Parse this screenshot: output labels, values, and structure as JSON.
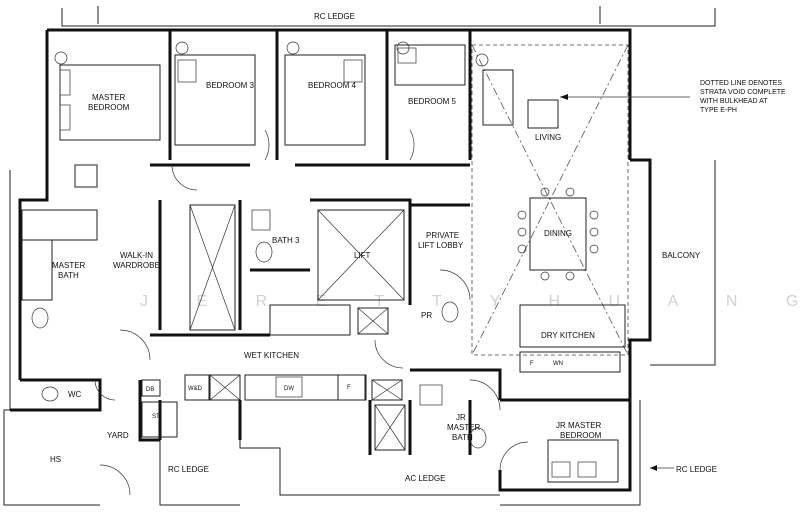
{
  "watermark": "J E R E T T Y   H U A N G",
  "ledges": {
    "top": "RC LEDGE",
    "bottom_left": "RC LEDGE",
    "ac": "AC LEDGE",
    "right": "RC LEDGE"
  },
  "note": {
    "line1": "DOTTED LINE DENOTES",
    "line2": "STRATA VOID COMPLETE",
    "line3": "WITH BULKHEAD AT",
    "line4": "TYPE E-PH"
  },
  "rooms": {
    "master_bedroom_1": "MASTER",
    "master_bedroom_2": "BEDROOM",
    "bedroom3": "BEDROOM 3",
    "bedroom4": "BEDROOM 4",
    "bedroom5": "BEDROOM 5",
    "living": "LIVING",
    "dining": "DINING",
    "balcony": "BALCONY",
    "master_bath_1": "MASTER",
    "master_bath_2": "BATH",
    "walkin_1": "WALK-IN",
    "walkin_2": "WARDROBE",
    "bath3": "BATH 3",
    "lift": "LIFT",
    "private_lift_1": "PRIVATE",
    "private_lift_2": "LIFT LOBBY",
    "pr": "PR",
    "dry_kitchen": "DRY KITCHEN",
    "wet_kitchen": "WET KITCHEN",
    "wc": "WC",
    "yard": "YARD",
    "hs": "HS",
    "jr_bath_1": "JR",
    "jr_bath_2": "MASTER",
    "jr_bath_3": "BATH",
    "jr_bed_1": "JR MASTER",
    "jr_bed_2": "BEDROOM"
  },
  "fixtures": {
    "db": "DB",
    "st": "ST",
    "wd": "W&D",
    "dw": "DW",
    "f1": "F",
    "f2": "F",
    "wn": "WN"
  }
}
